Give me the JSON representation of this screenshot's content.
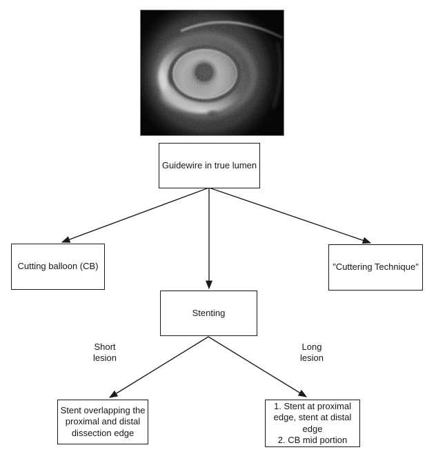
{
  "colors": {
    "page_background": "#ffffff",
    "box_background": "#ffffff",
    "box_border": "#161616",
    "text": "#161616",
    "arrow": "#1a1a1a",
    "ivus_background": "#000000",
    "ivus_border": "#7a7a7a"
  },
  "nodes": {
    "guidewire": {
      "label": "Guidewire in true lumen"
    },
    "cutting_balloon": {
      "label": "Cutting balloon (CB)"
    },
    "cuttering_technique": {
      "label": "\"Cuttering Technique\""
    },
    "stenting": {
      "label": "Stenting"
    },
    "short_lesion_result": {
      "label": "Stent overlapping the\nproximal and distal\ndissection edge"
    },
    "long_lesion_result": {
      "label": "1. Stent at proximal\nedge, stent at distal\nedge\n2. CB mid portion"
    }
  },
  "branch_labels": {
    "short": {
      "label": "Short\nlesion"
    },
    "long": {
      "label": "Long\nlesion"
    }
  },
  "edges": [
    {
      "from": "guidewire",
      "to": "cutting_balloon"
    },
    {
      "from": "guidewire",
      "to": "stenting"
    },
    {
      "from": "guidewire",
      "to": "cuttering_technique"
    },
    {
      "from": "stenting",
      "to": "short_lesion_result",
      "branch": "Short lesion"
    },
    {
      "from": "stenting",
      "to": "long_lesion_result",
      "branch": "Long lesion"
    }
  ]
}
